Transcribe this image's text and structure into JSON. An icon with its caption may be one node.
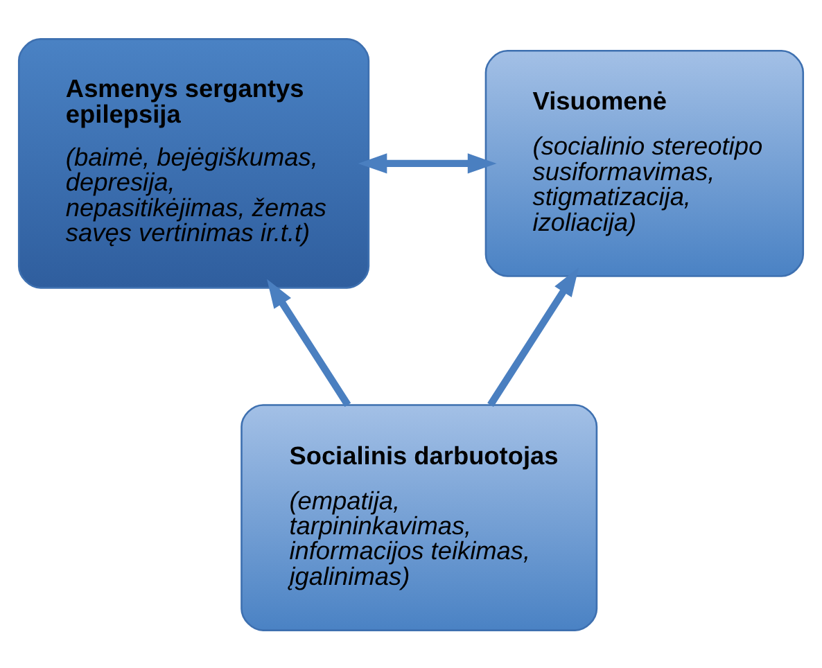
{
  "diagram": {
    "nodes": [
      {
        "text": [
          "Asmenys sergantys epilepsija",
          "(baimė, bejėgiškumas, depresija, nepasitikėjimas, žemas savęs vertinimas ir.t.t)"
        ]
      },
      {
        "text": [
          "Visuomenė",
          "(socialinio stereotipo susiformavimas, stigmatizacija, izoliacija)"
        ]
      },
      {
        "text": [
          "Socialinis darbuotojas",
          "(empatija, tarpininkavimas, informacijos teikimas, įgalinimas)"
        ]
      }
    ],
    "edges": [
      {
        "from": 0,
        "to": 1,
        "arrow": "both"
      },
      {
        "from": 2,
        "to": 0,
        "arrow": "to"
      },
      {
        "from": 2,
        "to": 1,
        "arrow": "to"
      }
    ]
  }
}
